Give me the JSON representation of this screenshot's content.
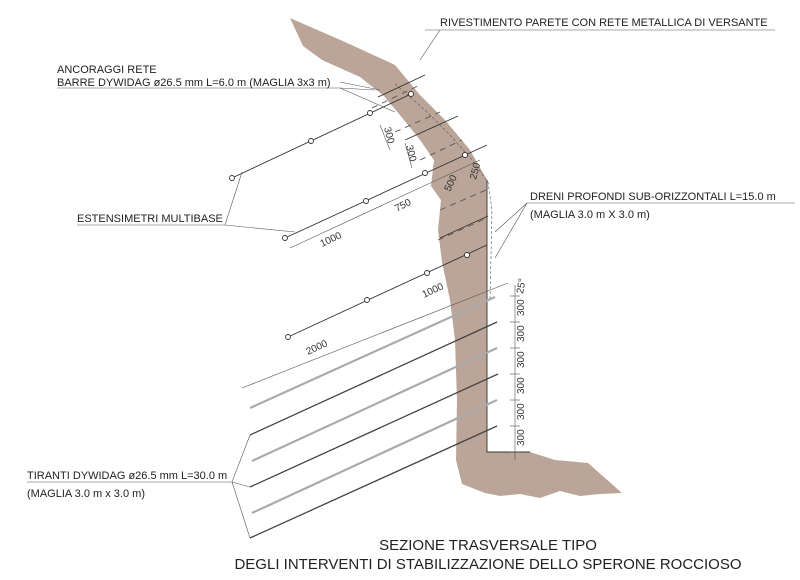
{
  "labels": {
    "rivestimento": "RIVESTIMENTO PARETE CON RETE METALLICA DI VERSANTE",
    "ancoraggi_1": "ANCORAGGI RETE",
    "ancoraggi_2": "BARRE DYWIDAG ø26.5 mm L=6.0 m (MAGLIA 3x3 m)",
    "estensimetri": "ESTENSIMETRI MULTIBASE",
    "dreni_1": "DRENI PROFONDI SUB-ORIZZONTALI L=15.0 m",
    "dreni_2": "(MAGLIA 3.0 m X 3.0 m)",
    "tiranti_1": "TIRANTI DYWIDAG ø26.5 mm  L=30.0 m",
    "tiranti_2": "(MAGLIA 3.0 m x 3.0 m)"
  },
  "title": {
    "line1": "SEZIONE TRASVERSALE TIPO",
    "line2": "DEGLI INTERVENTI DI STABILIZZAZIONE DELLO SPERONE ROCCIOSO"
  },
  "dimensions": {
    "upper_300_a": "300",
    "upper_300_b": "300",
    "d500": "500",
    "d250": "250",
    "d750": "750",
    "d1000_a": "1000",
    "d1000_b": "1000",
    "d2000": "2000",
    "angle": "25°",
    "spacing": [
      "300",
      "300",
      "300",
      "300",
      "300",
      "300"
    ]
  },
  "colors": {
    "rock": "#bba598"
  }
}
